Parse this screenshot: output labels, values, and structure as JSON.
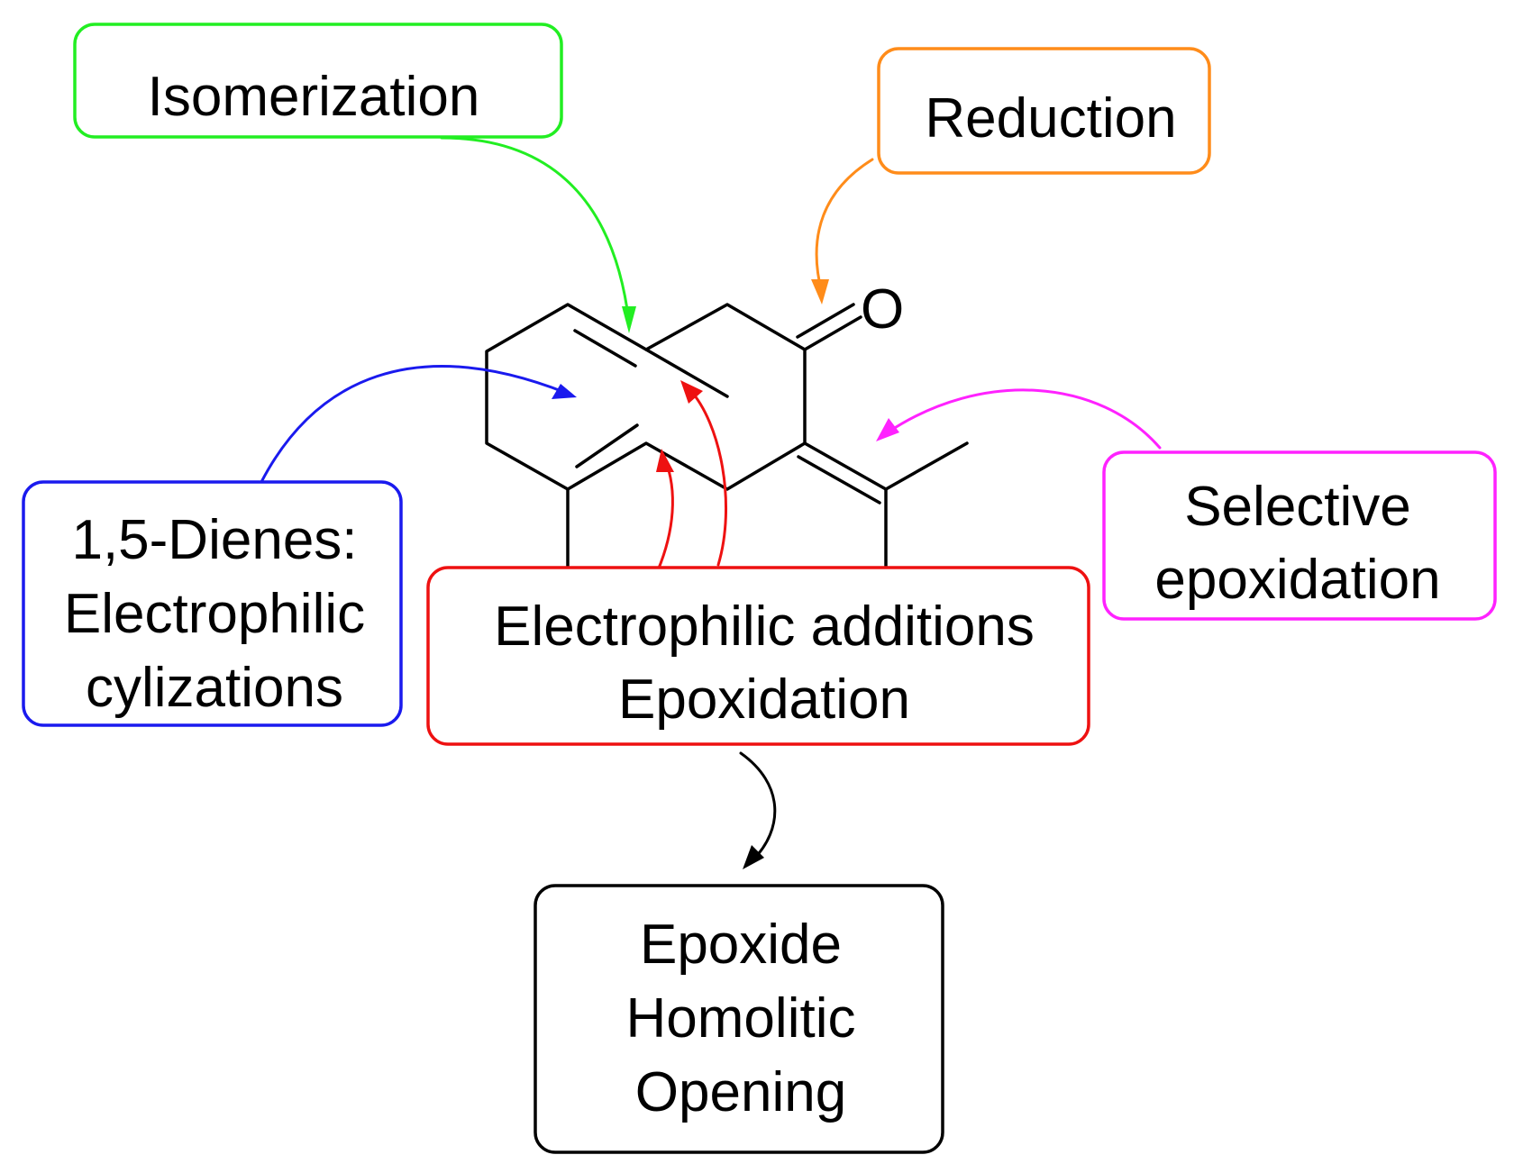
{
  "colors": {
    "isomerization": "#22ee22",
    "reduction": "#ff8c1a",
    "dienes": "#1a1aee",
    "electrophilic": "#ee1111",
    "selective": "#ff22ff",
    "epoxide": "#000000"
  },
  "molecule": {
    "oxygen_label": "O"
  },
  "boxes": {
    "isomerization": {
      "lines": [
        "Isomerization"
      ]
    },
    "reduction": {
      "lines": [
        "Reduction"
      ]
    },
    "dienes": {
      "lines": [
        "1,5-Dienes:",
        "Electrophilic",
        "cylizations"
      ]
    },
    "electrophilic": {
      "lines": [
        "Electrophilic additions",
        "Epoxidation"
      ]
    },
    "selective": {
      "lines": [
        "Selective",
        "epoxidation"
      ]
    },
    "epoxide": {
      "lines": [
        "Epoxide",
        "Homolitic",
        "Opening"
      ]
    }
  }
}
